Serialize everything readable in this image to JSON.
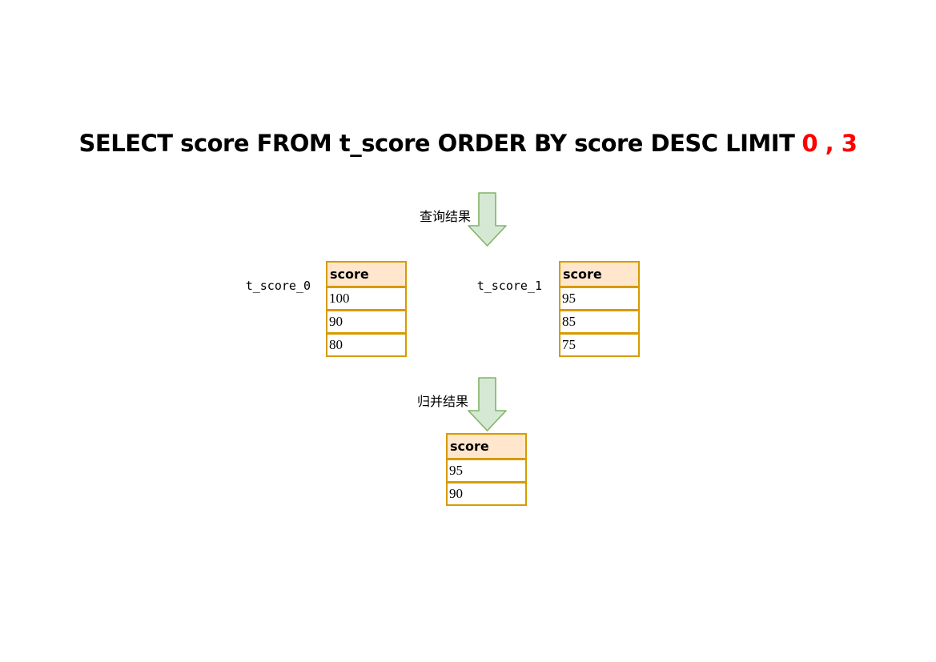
{
  "title": {
    "query_black": "SELECT score FROM t_score ORDER BY score DESC LIMIT",
    "limit_args_red": "0 , 3"
  },
  "flow": {
    "query_step_label": "查询结果",
    "merge_step_label": "归并结果"
  },
  "tables": {
    "shard0": {
      "label": "t_score_0",
      "header": "score",
      "rows": [
        "100",
        "90",
        "80"
      ]
    },
    "shard1": {
      "label": "t_score_1",
      "header": "score",
      "rows": [
        "95",
        "85",
        "75"
      ]
    },
    "merged": {
      "header": "score",
      "rows": [
        "95",
        "90"
      ]
    }
  },
  "colors": {
    "title_text": "#000000",
    "limit_args": "#ff0000",
    "arrow_fill": "#d5e8d4",
    "arrow_stroke": "#82b366",
    "table_border": "#d79b00",
    "table_header_fill": "#ffe6cc",
    "table_row_fill": "#ffffff",
    "background": "#ffffff"
  }
}
